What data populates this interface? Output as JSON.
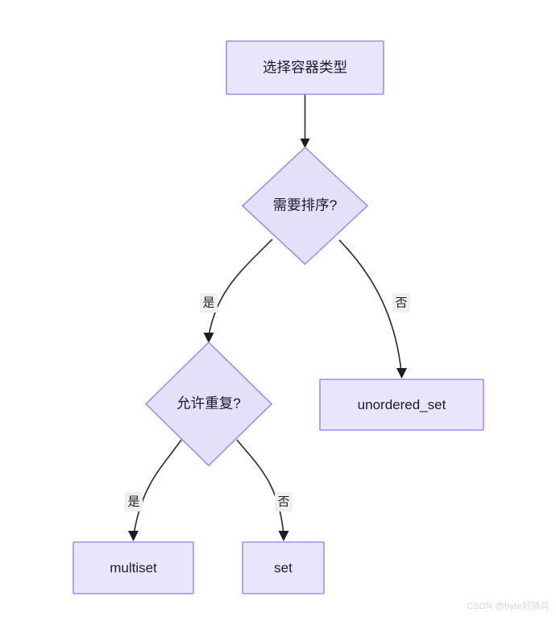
{
  "diagram": {
    "type": "flowchart",
    "title": "选择容器类型",
    "direction": "top-down",
    "colors": {
      "node_fill": "#e9e6fb",
      "node_stroke": "#a98ce4",
      "edge_stroke": "#333338",
      "text": "#1c1c2b",
      "edge_label_bg": "#efefef",
      "background": "#ffffff",
      "watermark": "#d8d8d8"
    },
    "nodes": [
      {
        "id": "start",
        "shape": "rect",
        "label": "选择容器类型",
        "script": "cjk"
      },
      {
        "id": "need_sort",
        "shape": "diamond",
        "label": "需要排序?",
        "script": "cjk"
      },
      {
        "id": "allow_dup",
        "shape": "diamond",
        "label": "允许重复?",
        "script": "cjk"
      },
      {
        "id": "unordered_set",
        "shape": "rect",
        "label": "unordered_set",
        "script": "latin"
      },
      {
        "id": "multiset",
        "shape": "rect",
        "label": "multiset",
        "script": "latin"
      },
      {
        "id": "set",
        "shape": "rect",
        "label": "set",
        "script": "latin"
      }
    ],
    "edges": [
      {
        "from": "start",
        "to": "need_sort",
        "label": ""
      },
      {
        "from": "need_sort",
        "to": "allow_dup",
        "label": "是"
      },
      {
        "from": "need_sort",
        "to": "unordered_set",
        "label": "否"
      },
      {
        "from": "allow_dup",
        "to": "multiset",
        "label": "是"
      },
      {
        "from": "allow_dup",
        "to": "set",
        "label": "否"
      }
    ]
  },
  "watermark": {
    "text": "CSDN @byte轻骑兵"
  }
}
